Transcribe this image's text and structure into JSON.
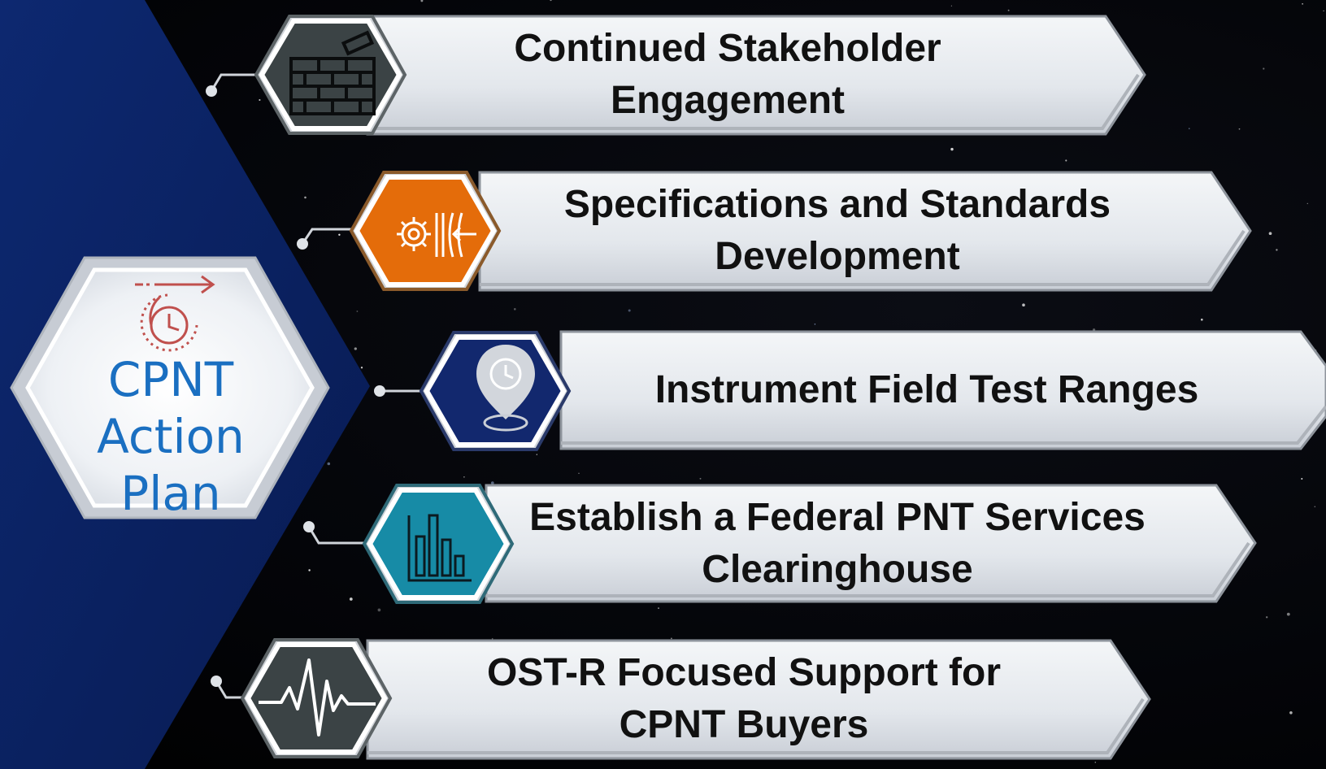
{
  "center": {
    "lines": [
      "CPNT",
      "Action",
      "Plan"
    ],
    "icon": "clock-with-forward-arrow-icon"
  },
  "items": [
    {
      "lines": [
        "Continued Stakeholder",
        "Engagement"
      ],
      "icon": "brick-wall-icon",
      "color": "#3b4345"
    },
    {
      "lines": [
        "Specifications and Standards",
        "Development"
      ],
      "icon": "gear-pressure-icon",
      "color": "#e46c0a"
    },
    {
      "lines": [
        "Instrument Field Test Ranges"
      ],
      "icon": "location-pin-clock-icon",
      "color": "#12286e"
    },
    {
      "lines": [
        "Establish a Federal PNT Services",
        "Clearinghouse"
      ],
      "icon": "bar-chart-icon",
      "color": "#178ba6"
    },
    {
      "lines": [
        "OST-R Focused Support for",
        "CPNT Buyers"
      ],
      "icon": "heartbeat-pulse-icon",
      "color": "#3b4345"
    }
  ],
  "colors": {
    "panel": "#0a1f5c",
    "arrow_fill": "#e9ecf0",
    "center_text": "#1a6fc1",
    "center_icon": "#c0504d"
  }
}
